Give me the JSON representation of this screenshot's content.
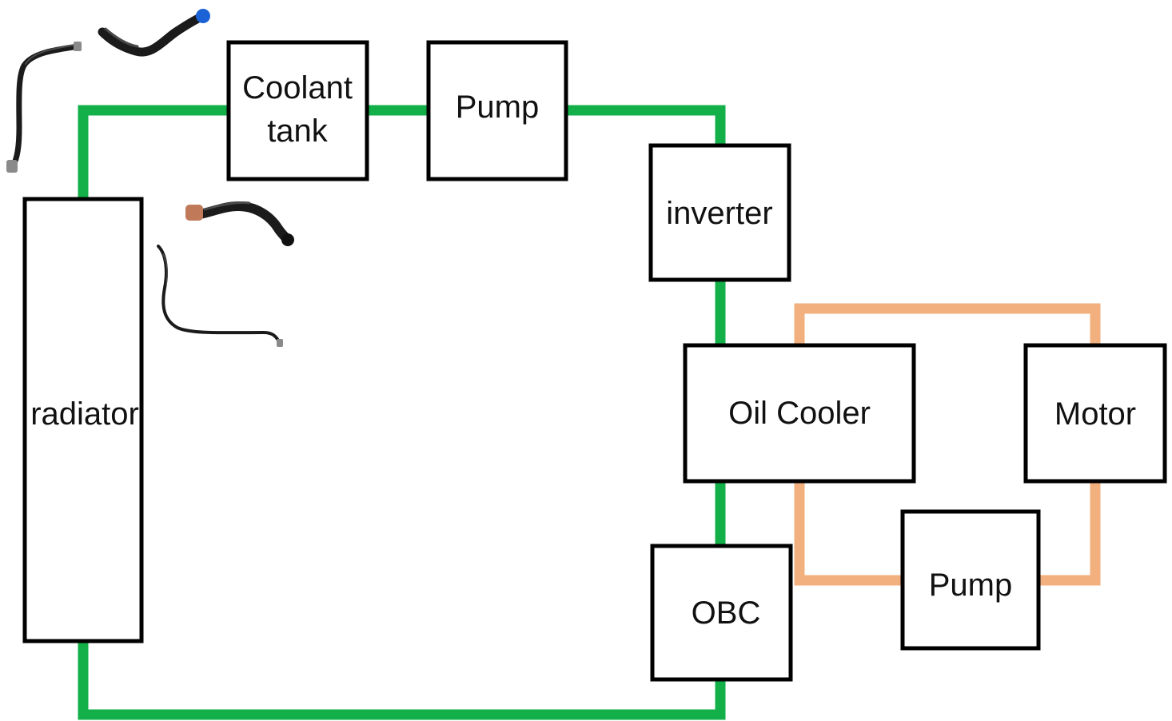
{
  "colors": {
    "coolant_loop": "#13b04a",
    "oil_loop": "#f2b07e",
    "box_border": "#000000",
    "background": "#ffffff",
    "hose": "#1b1b1b",
    "hose_cap_blue": "#1a62d6",
    "hose_cap_copper": "#c07a5a",
    "hose_fitting_grey": "#8a8a8a"
  },
  "components": {
    "coolant_tank": {
      "line1": "Coolant",
      "line2": "tank"
    },
    "pump_top": "Pump",
    "inverter": "inverter",
    "radiator": "radiator",
    "oil_cooler": "Oil Cooler",
    "motor": "Motor",
    "obc": "OBC",
    "pump_oil": "Pump"
  },
  "hose_photos": [
    {
      "name": "hose-photo-1",
      "cap": "grey fitting"
    },
    {
      "name": "hose-photo-2",
      "cap": "blue cap"
    },
    {
      "name": "hose-photo-3",
      "cap": "copper fitting"
    },
    {
      "name": "hose-photo-4",
      "cap": "grey fitting"
    }
  ]
}
